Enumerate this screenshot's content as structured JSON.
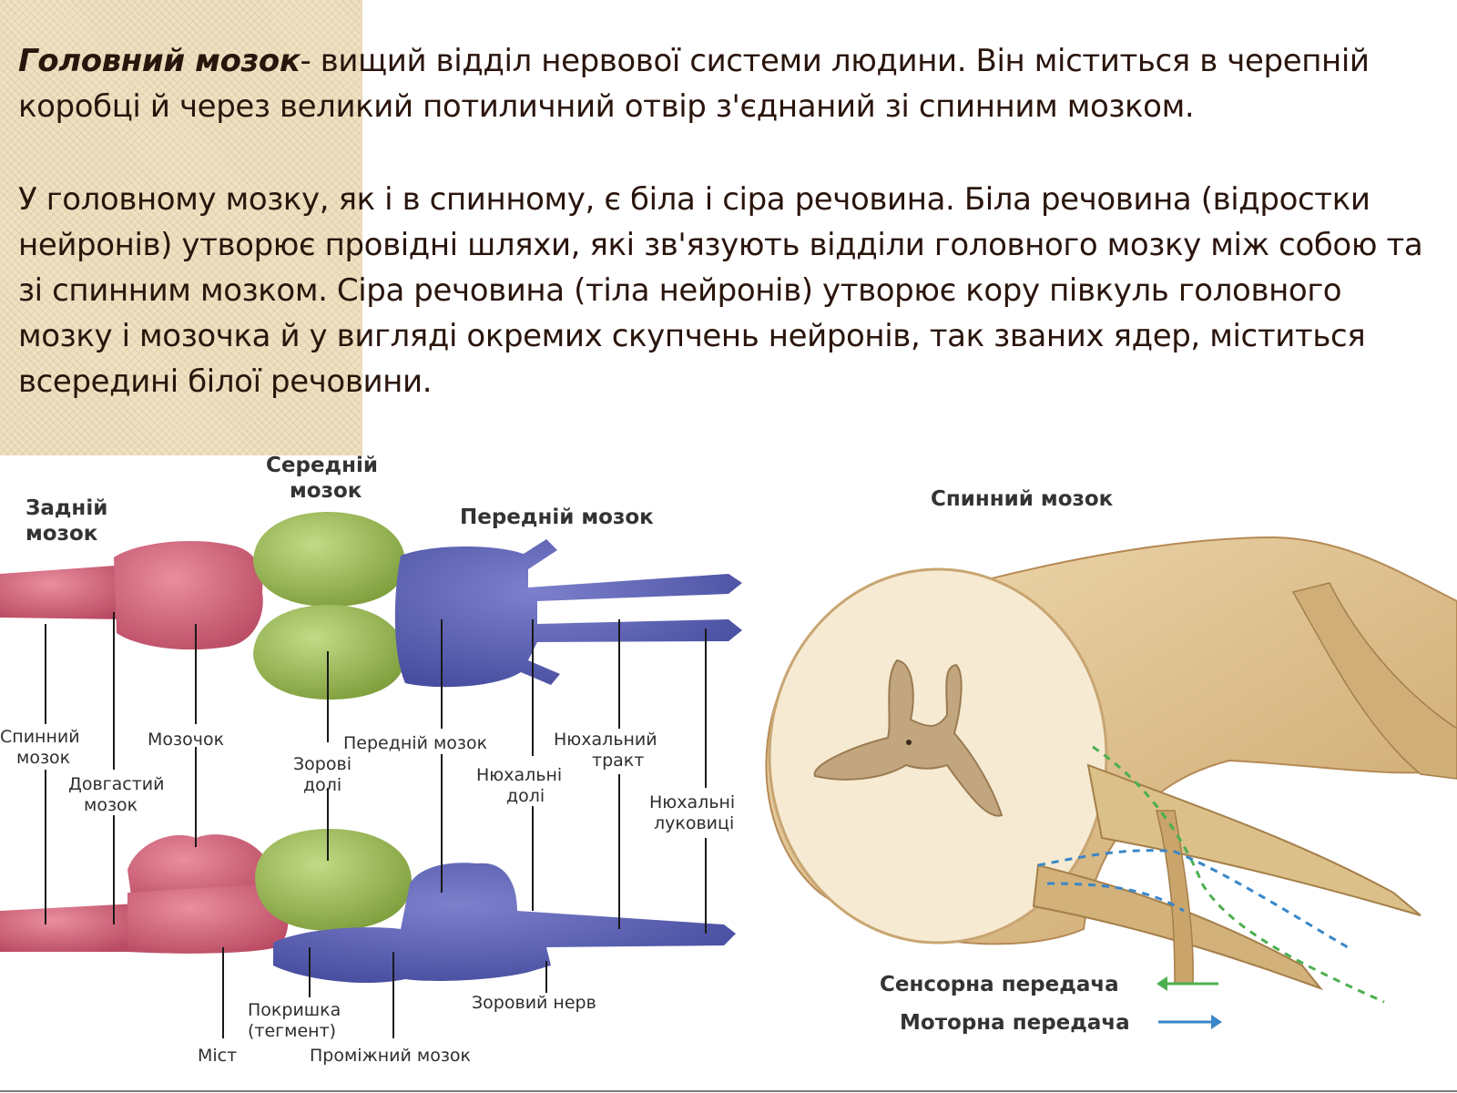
{
  "slide": {
    "term": "Головний мозок",
    "intro": "- вищий відділ  нервової  системи  людини. Він  міститься в черепній коробці й через великий потиличний отвір з'єднаний зі спинним мозком.",
    "paragraph2": "У головному мозку, як і в спинному, є біла і сіра речовина. Біла речовина (відростки нейронів) утворює провідні шляхи, які зв'язують відділи головного мозку між собою та зі  спинним мозком. Сіра речовина (тіла нейронів) утворює кору півкуль головного мозку і мозочка й у вигляді окремих скупчень нейронів, так званих ядер, міститься  всередині  білої  речовини."
  },
  "brain_diagram": {
    "top_labels": {
      "hindbrain_l1": "Задній",
      "hindbrain_l2": "мозок",
      "midbrain_l1": "Середній",
      "midbrain_l2": "мозок",
      "forebrain": "Передній мозок"
    },
    "labels": {
      "spinal_l1": "Спинний",
      "spinal_l2": "мозок",
      "cerebellum": "Мозочок",
      "medulla_l1": "Довгастий",
      "medulla_l2": "мозок",
      "optic_lobes_l1": "Зорові",
      "optic_lobes_l2": "долі",
      "forebrain": "Передній мозок",
      "olfactory_lobes_l1": "Нюхальні",
      "olfactory_lobes_l2": "долі",
      "olfactory_tract_l1": "Нюхальний",
      "olfactory_tract_l2": "тракт",
      "olfactory_bulbs_l1": "Нюхальні",
      "olfactory_bulbs_l2": "луковиці",
      "tegmentum_l1": "Покришка",
      "tegmentum_l2": "(тегмент)",
      "optic_nerve": "Зоровий нерв",
      "pons": "Міст",
      "diencephalon": "Проміжний мозок"
    }
  },
  "spinal_diagram": {
    "title": "Спинний мозок",
    "legend": [
      {
        "label": "Сенсорна передача",
        "color": "#4caf50"
      },
      {
        "label": "Моторна передача",
        "color": "#3a86c8"
      }
    ]
  },
  "colors": {
    "hindbrain": "#d8647a",
    "midbrain": "#9cbd55",
    "forebrain": "#5b5fb2",
    "spinal_cord": "#e3c795"
  }
}
